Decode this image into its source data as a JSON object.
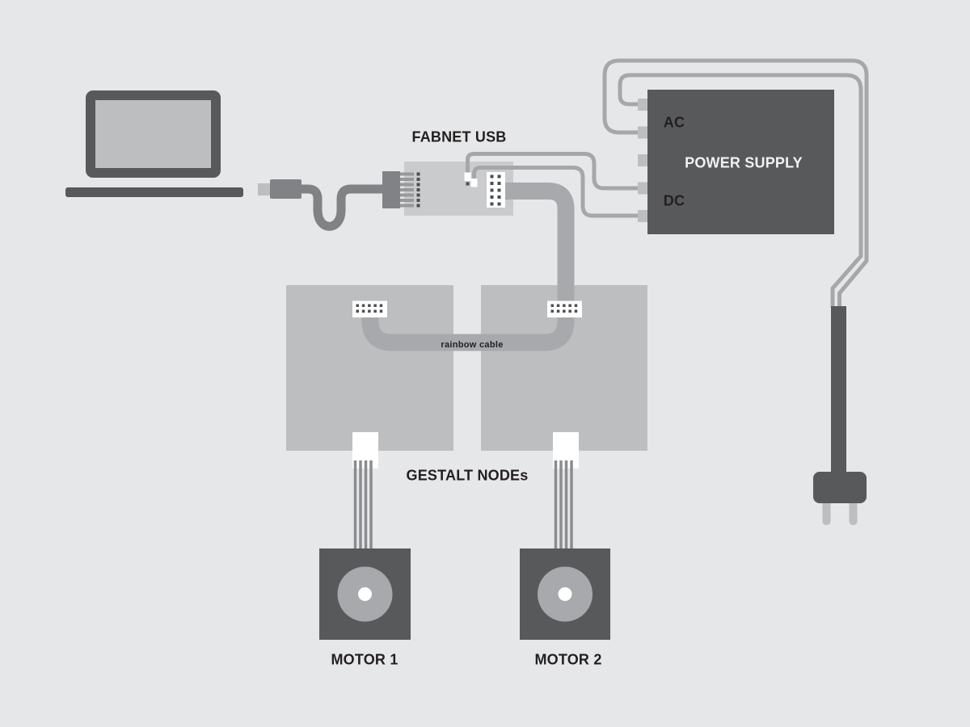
{
  "title": "FabNet USB wiring diagram",
  "labels": {
    "fabnet": "FABNET USB",
    "power_supply": "POWER SUPPLY",
    "ac": "AC",
    "dc": "DC",
    "gestalt_nodes": "GESTALT NODEs",
    "rainbow_cable": "rainbow cable",
    "motor1": "MOTOR 1",
    "motor2": "MOTOR 2"
  },
  "colors": {
    "background": "#E6E7E8",
    "dark_gray": "#58595B",
    "medium_gray": "#808285",
    "cable_gray": "#A7A9AC",
    "wire_gray": "#A5A7AA",
    "light_gray": "#BCBEC0",
    "board_gray": "#C9CBCD",
    "white": "#FFFFFF",
    "text_dark": "#231F20",
    "text_light": "#F1F1F2"
  }
}
